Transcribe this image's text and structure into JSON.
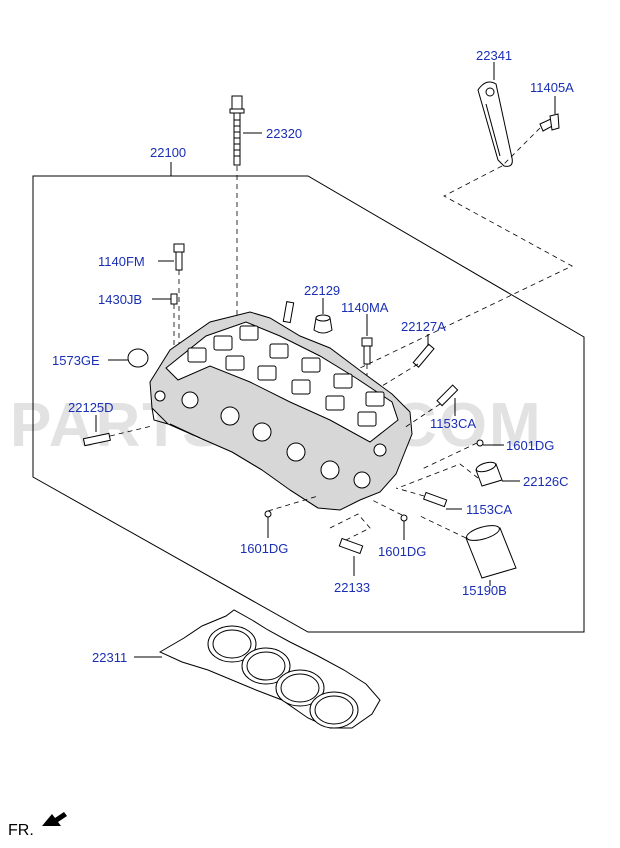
{
  "watermark": "PARTSOUQ.COM",
  "direction_label": "FR.",
  "parts": [
    {
      "id": "part-22341",
      "number": "22341"
    },
    {
      "id": "part-11405A",
      "number": "11405A"
    },
    {
      "id": "part-22320",
      "number": "22320"
    },
    {
      "id": "part-22100",
      "number": "22100"
    },
    {
      "id": "part-1140FM",
      "number": "1140FM"
    },
    {
      "id": "part-1430JB",
      "number": "1430JB"
    },
    {
      "id": "part-22129",
      "number": "22129"
    },
    {
      "id": "part-1140MA",
      "number": "1140MA"
    },
    {
      "id": "part-22127A",
      "number": "22127A"
    },
    {
      "id": "part-1573GE",
      "number": "1573GE"
    },
    {
      "id": "part-22125D",
      "number": "22125D"
    },
    {
      "id": "part-1153CA-top",
      "number": "1153CA"
    },
    {
      "id": "part-1601DG-right",
      "number": "1601DG"
    },
    {
      "id": "part-22126C",
      "number": "22126C"
    },
    {
      "id": "part-1153CA-bottom",
      "number": "1153CA"
    },
    {
      "id": "part-1601DG-left",
      "number": "1601DG"
    },
    {
      "id": "part-1601DG-center",
      "number": "1601DG"
    },
    {
      "id": "part-22133",
      "number": "22133"
    },
    {
      "id": "part-15190B",
      "number": "15190B"
    },
    {
      "id": "part-22311",
      "number": "22311"
    }
  ]
}
